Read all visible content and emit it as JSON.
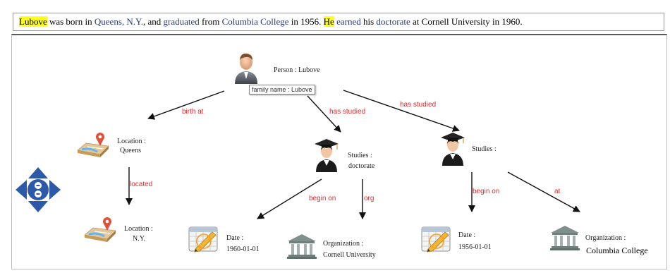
{
  "sentence": {
    "segments": [
      {
        "text": "Lubove",
        "style": "hl"
      },
      {
        "text": " was born in ",
        "style": "plain"
      },
      {
        "text": "Queens, N.Y.",
        "style": "ent"
      },
      {
        "text": ", and ",
        "style": "plain"
      },
      {
        "text": "graduated",
        "style": "ent"
      },
      {
        "text": " from ",
        "style": "plain"
      },
      {
        "text": "Columbia College",
        "style": "ent"
      },
      {
        "text": " in 1956. ",
        "style": "plain"
      },
      {
        "text": "He",
        "style": "hl"
      },
      {
        "text": " ",
        "style": "plain"
      },
      {
        "text": "earned",
        "style": "ent"
      },
      {
        "text": " his ",
        "style": "plain"
      },
      {
        "text": "doctorate",
        "style": "ent"
      },
      {
        "text": " at Cornell University in 1960.",
        "style": "plain"
      }
    ]
  },
  "graph": {
    "person": {
      "line1": "Person   :   Lubove",
      "icon": "person-icon"
    },
    "tooltip": "family name : Lubove",
    "location_queens": {
      "line1": "Location  :",
      "line2": "Queens",
      "icon": "map-location-icon"
    },
    "location_ny": {
      "line1": "Location  :",
      "line2": "N.Y.",
      "icon": "map-location-icon"
    },
    "studies_doctorate": {
      "line1": "Studies   :",
      "line2": "doctorate",
      "icon": "graduate-icon"
    },
    "studies_2": {
      "line1": "Studies   :",
      "icon": "graduate-icon"
    },
    "date_1960": {
      "line1": "Date  :",
      "line2": "1960-01-01",
      "icon": "calendar-icon"
    },
    "org_cornell": {
      "line1": "Organization   :",
      "line2": "Cornell University",
      "icon": "institution-icon"
    },
    "date_1956": {
      "line1": "Date  :",
      "line2": "1956-01-01",
      "icon": "calendar-icon"
    },
    "org_columbia": {
      "line1": "Organization   :",
      "line2": "Columbia College",
      "icon": "institution-icon"
    },
    "edges": {
      "birth_at": "birth at",
      "has_studied_1": "has studied",
      "has_studied_2": "has studied",
      "located": "located",
      "begin_on_1": "begin on",
      "org": "org",
      "begin_on_2": "begin on",
      "at": "at"
    },
    "colors": {
      "edge_label": "#e8272a",
      "highlight": "#ffff20",
      "entity_text": "#2a3a7a",
      "nav_blue": "#2d5aa8"
    }
  }
}
